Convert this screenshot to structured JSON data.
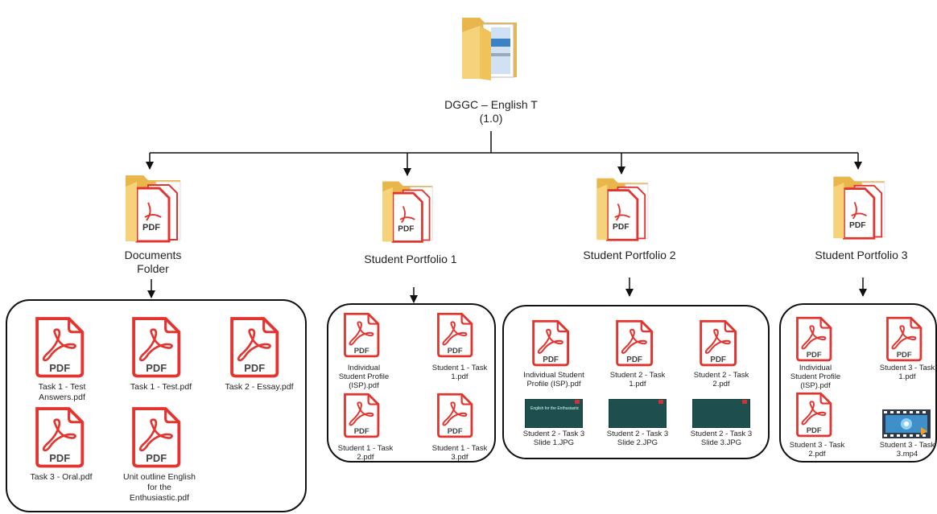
{
  "root": {
    "label": "DGGC – English T (1.0)"
  },
  "folders": [
    {
      "label": "Documents Folder",
      "files": [
        {
          "name": "Task 1 - Test Answers.pdf",
          "badge": "PDF"
        },
        {
          "name": "Task 1 - Test.pdf",
          "badge": "PDF"
        },
        {
          "name": "Task 2 - Essay.pdf",
          "badge": "PDF"
        },
        {
          "name": "Task 3 - Oral.pdf",
          "badge": "PDF"
        },
        {
          "name": "Unit outline English for the Enthusiastic.pdf",
          "badge": "PDF"
        }
      ]
    },
    {
      "label": "Student Portfolio 1",
      "files": [
        {
          "name": "Individual Student Profile (ISP).pdf",
          "badge": "PDF"
        },
        {
          "name": "Student 1 - Task 1.pdf",
          "badge": "PDF"
        },
        {
          "name": "Student 1 - Task 2.pdf",
          "badge": "PDF"
        },
        {
          "name": "Student 1 - Task 3.pdf",
          "badge": "PDF"
        }
      ]
    },
    {
      "label": "Student Portfolio 2",
      "files": [
        {
          "name": "Individual Student Profile (ISP).pdf",
          "badge": "PDF"
        },
        {
          "name": "Student 2 - Task 1.pdf",
          "badge": "PDF"
        },
        {
          "name": "Student 2 - Task 2.pdf",
          "badge": "PDF"
        },
        {
          "name": "Student 2 - Task 3 Slide 1.JPG",
          "thumb_text": "English for the Enthusiastic"
        },
        {
          "name": "Student 2 - Task 3 Slide 2.JPG"
        },
        {
          "name": "Student 2 - Task 3 Slide 3.JPG"
        }
      ]
    },
    {
      "label": "Student Portfolio 3",
      "files": [
        {
          "name": "Individual Student Profile (ISP).pdf",
          "badge": "PDF"
        },
        {
          "name": "Student 3 - Task 1.pdf",
          "badge": "PDF"
        },
        {
          "name": "Student 3 - Task 2.pdf",
          "badge": "PDF"
        },
        {
          "name": "Student 3 - Task 3.mp4"
        }
      ]
    }
  ],
  "colors": {
    "pdf_red": "#e3342f",
    "folder_yellow": "#f3c55a",
    "line": "#111111"
  }
}
